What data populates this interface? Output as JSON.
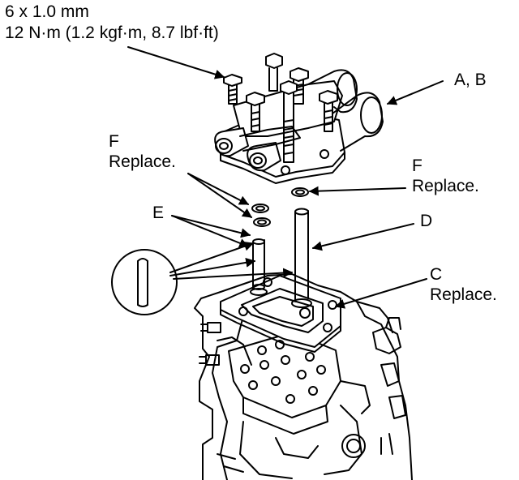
{
  "callouts": {
    "bolt_size": "6 x 1.0 mm",
    "bolt_torque": "12 N·m (1.2 kgf·m, 8.7 lbf·ft)",
    "ab": "A, B",
    "f_left_letter": "F",
    "f_left_note": "Replace.",
    "f_right_letter": "F",
    "f_right_note": "Replace.",
    "e": "E",
    "d": "D",
    "c_letter": "C",
    "c_note": "Replace."
  },
  "colors": {
    "ink": "#000000",
    "paper": "#ffffff",
    "shade": "#e6e6e6"
  }
}
